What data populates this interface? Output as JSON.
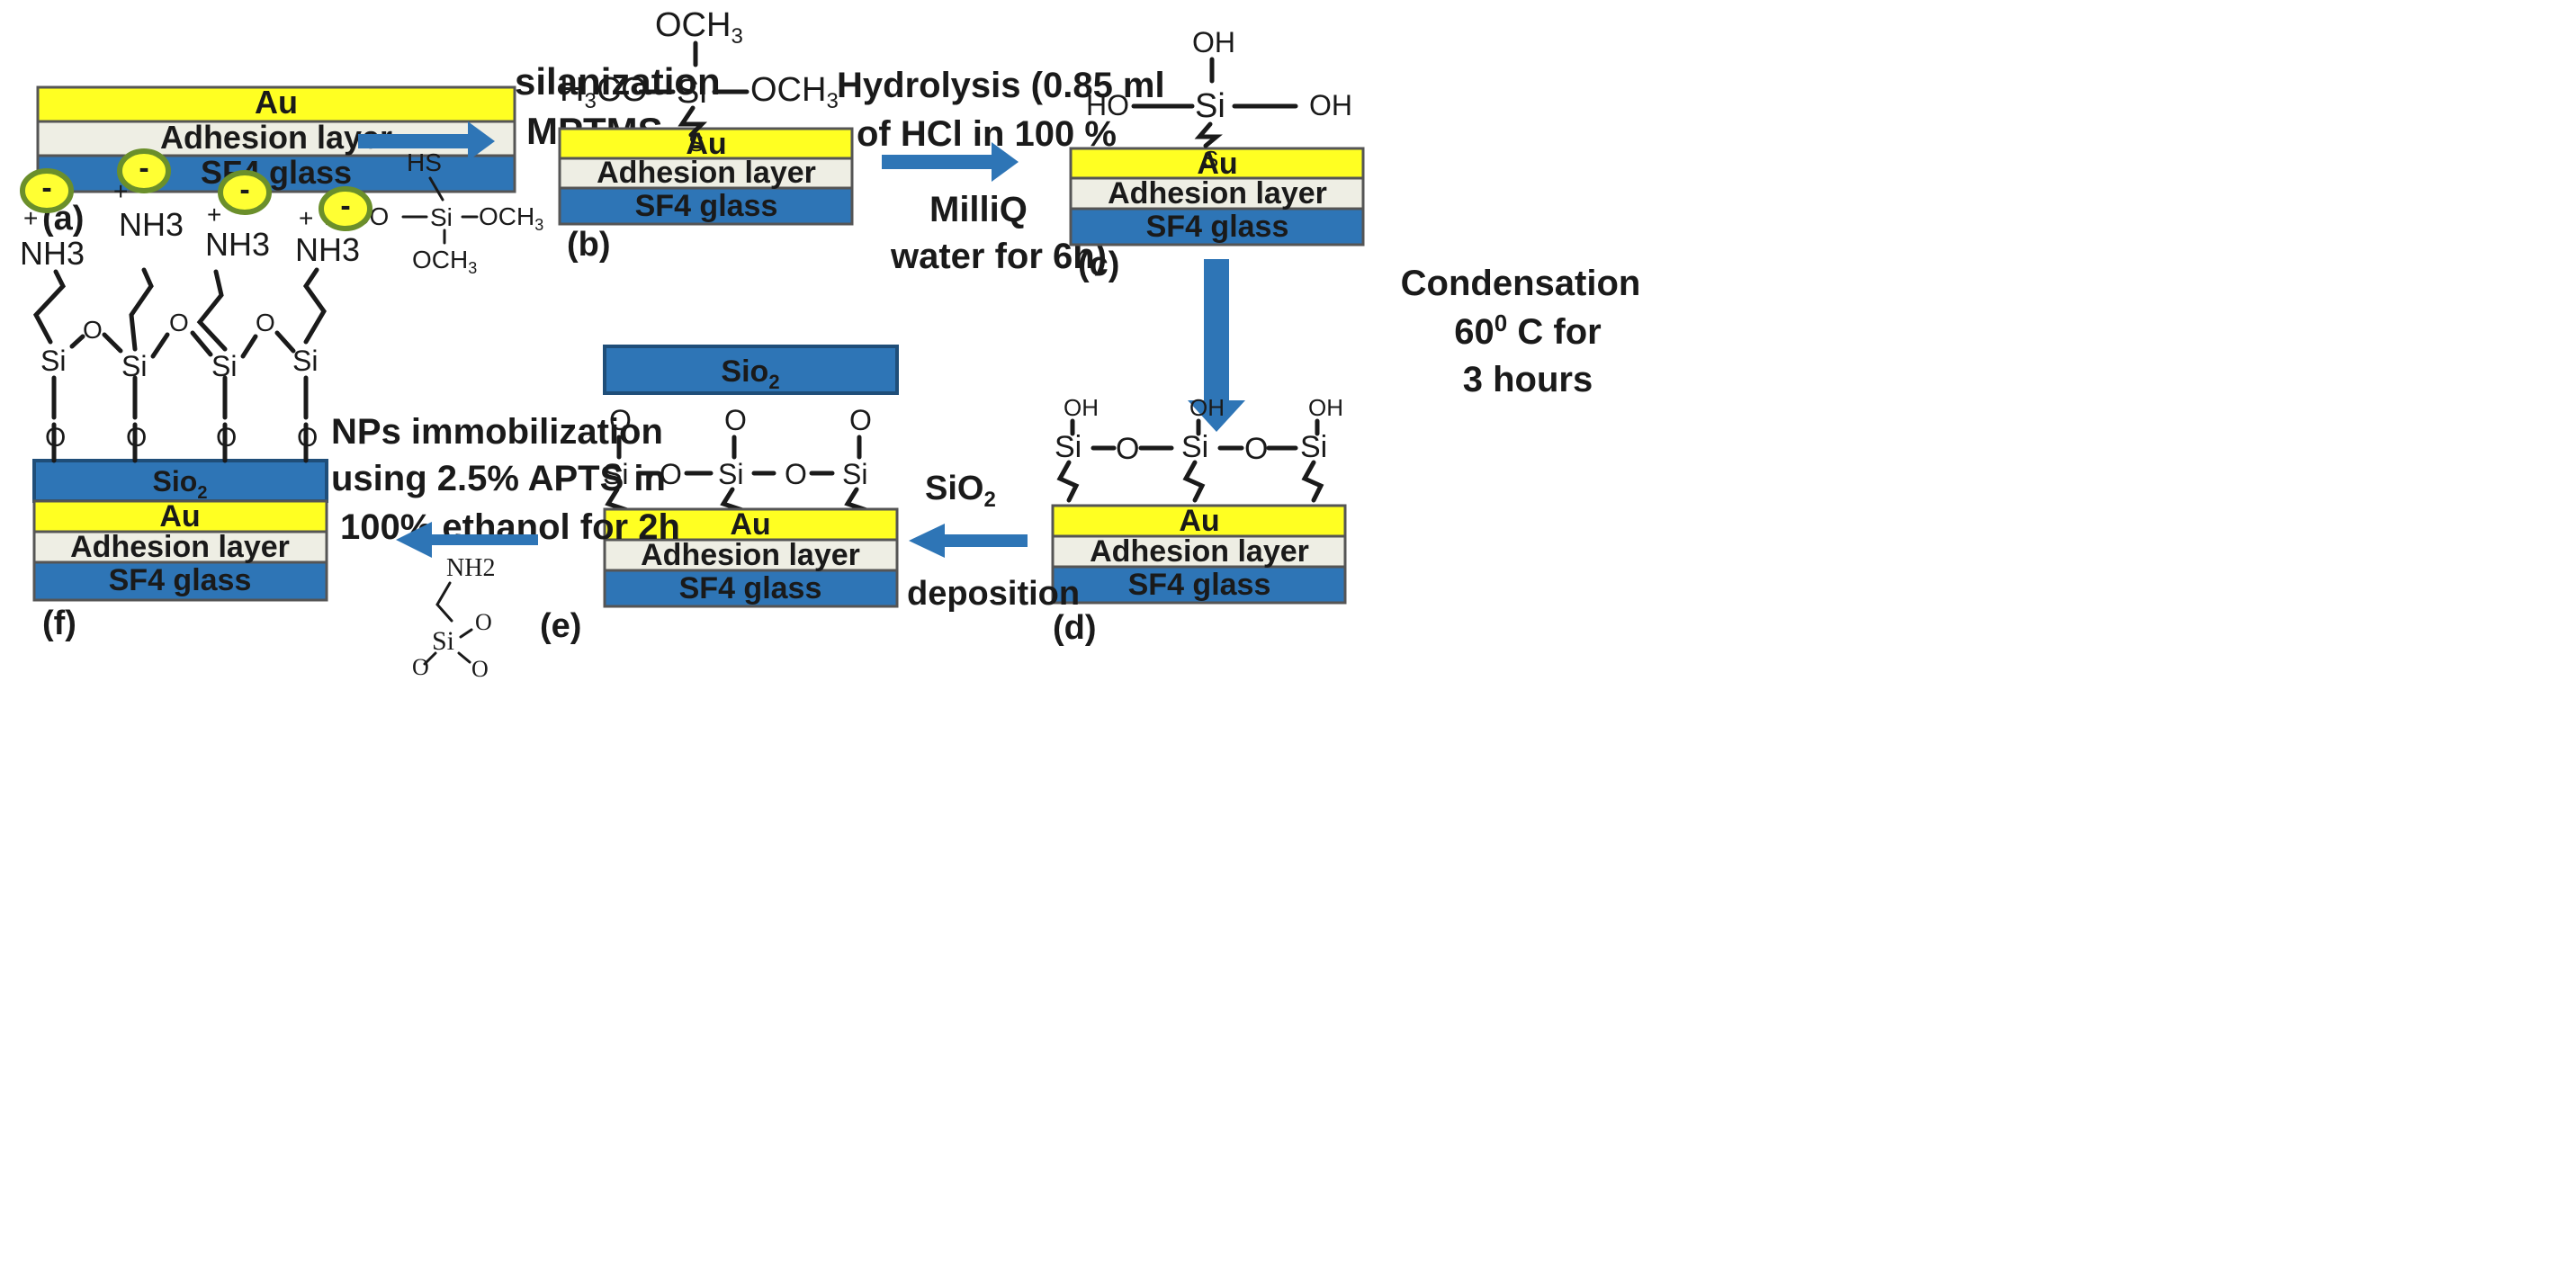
{
  "layers": {
    "au": "Au",
    "adhesion": "Adhesion layer",
    "sf4": "SF4 glass",
    "sio2": "Sio",
    "sio2_sub": "2"
  },
  "panels": {
    "a": "(a)",
    "b": "(b)",
    "c": "(c)",
    "d": "(d)",
    "e": "(e)",
    "f": "(f)"
  },
  "steps": {
    "silanization": {
      "line1": "silanization",
      "line2": "MPTMS"
    },
    "hydrolysis": {
      "line1": "Hydrolysis (0.85 ml",
      "line2": "of HCl in 100 %",
      "line3": "MilliQ",
      "line4": "water for 6h)"
    },
    "condensation": {
      "line1": "Condensation",
      "line2_pre": "60",
      "line2_sup": "0",
      "line2_post": " C for",
      "line3": "3 hours"
    },
    "sio2_deposition": {
      "line1_pre": "SiO",
      "line1_sub": "2",
      "line2": "deposition"
    },
    "nps": {
      "line1": "NPs immobilization",
      "line2": "using 2.5% APTS in",
      "line3": "100% ethanol for 2h"
    }
  },
  "chem": {
    "si": "Si",
    "o": "O",
    "oh": "OH",
    "ho": "HO",
    "s": "S",
    "hs": "HS",
    "h3co": "H",
    "h3co_sub": "3",
    "h3co_post": "CO",
    "och3_pre": "OCH",
    "och3_sub": "3",
    "nh2": "NH2",
    "nh3": "NH3",
    "plus": "+",
    "minus": "-"
  }
}
